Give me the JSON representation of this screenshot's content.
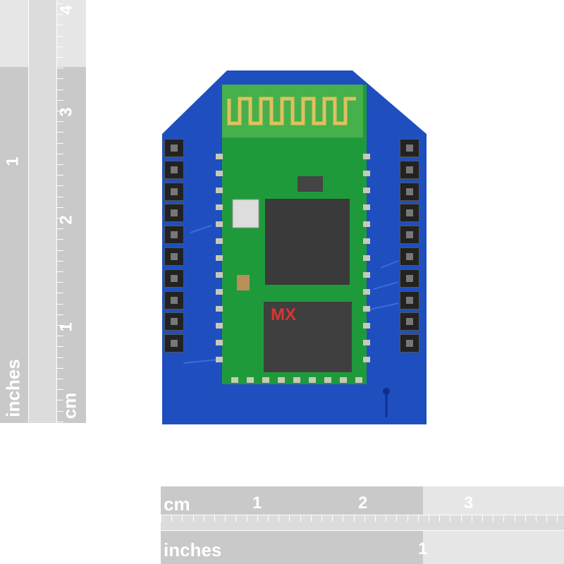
{
  "left_ruler": {
    "inches_label": "inches",
    "cm_label": "cm",
    "inch_numbers": [
      "1"
    ],
    "cm_numbers": [
      "4",
      "3",
      "2",
      "1"
    ]
  },
  "bottom_ruler": {
    "cm_label": "cm",
    "inches_label": "inches",
    "cm_numbers": [
      "1",
      "2",
      "3"
    ],
    "inch_numbers": [
      "1"
    ]
  },
  "board": {
    "chip_marking": "MX",
    "colors": {
      "pcb_blue": "#1f4fbf",
      "module_green": "#1f9a3a",
      "chip_gray": "#3a3a3a",
      "gold": "#e0c060"
    }
  }
}
